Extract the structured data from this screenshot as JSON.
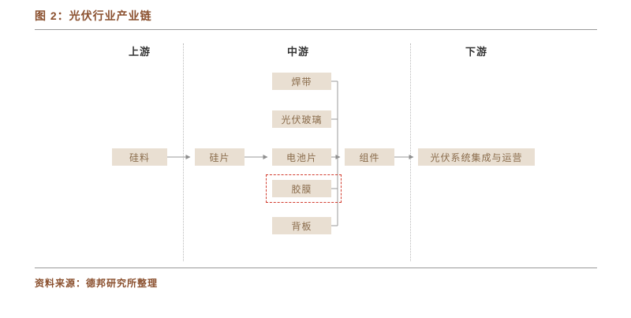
{
  "figure": {
    "title": "图 2：光伏行业产业链",
    "source": "资料来源：德邦研究所整理"
  },
  "sections": [
    {
      "id": "upstream",
      "label": "上游"
    },
    {
      "id": "midstream",
      "label": "中游"
    },
    {
      "id": "downstream",
      "label": "下游"
    }
  ],
  "nodes": {
    "silicon_material": {
      "label": "硅料"
    },
    "silicon_wafer": {
      "label": "硅片"
    },
    "cell": {
      "label": "电池片"
    },
    "module": {
      "label": "组件"
    },
    "system_integration": {
      "label": "光伏系统集成与运营"
    },
    "solder_ribbon": {
      "label": "焊带"
    },
    "pv_glass": {
      "label": "光伏玻璃"
    },
    "eva_film": {
      "label": "胶膜",
      "highlighted": true
    },
    "backsheet": {
      "label": "背板"
    }
  },
  "flow": [
    "硅料",
    "硅片",
    "电池片",
    "组件",
    "光伏系统集成与运营"
  ],
  "module_inputs": [
    "焊带",
    "光伏玻璃",
    "电池片",
    "胶膜",
    "背板"
  ],
  "colors": {
    "title_brown": "#8A4F2D",
    "box_fill": "#E9DFD2",
    "box_text": "#8A6C4C",
    "highlight_red": "#D23C2E",
    "connector_gray": "#9A9A9A",
    "separator_gray": "#B9B9B9"
  }
}
